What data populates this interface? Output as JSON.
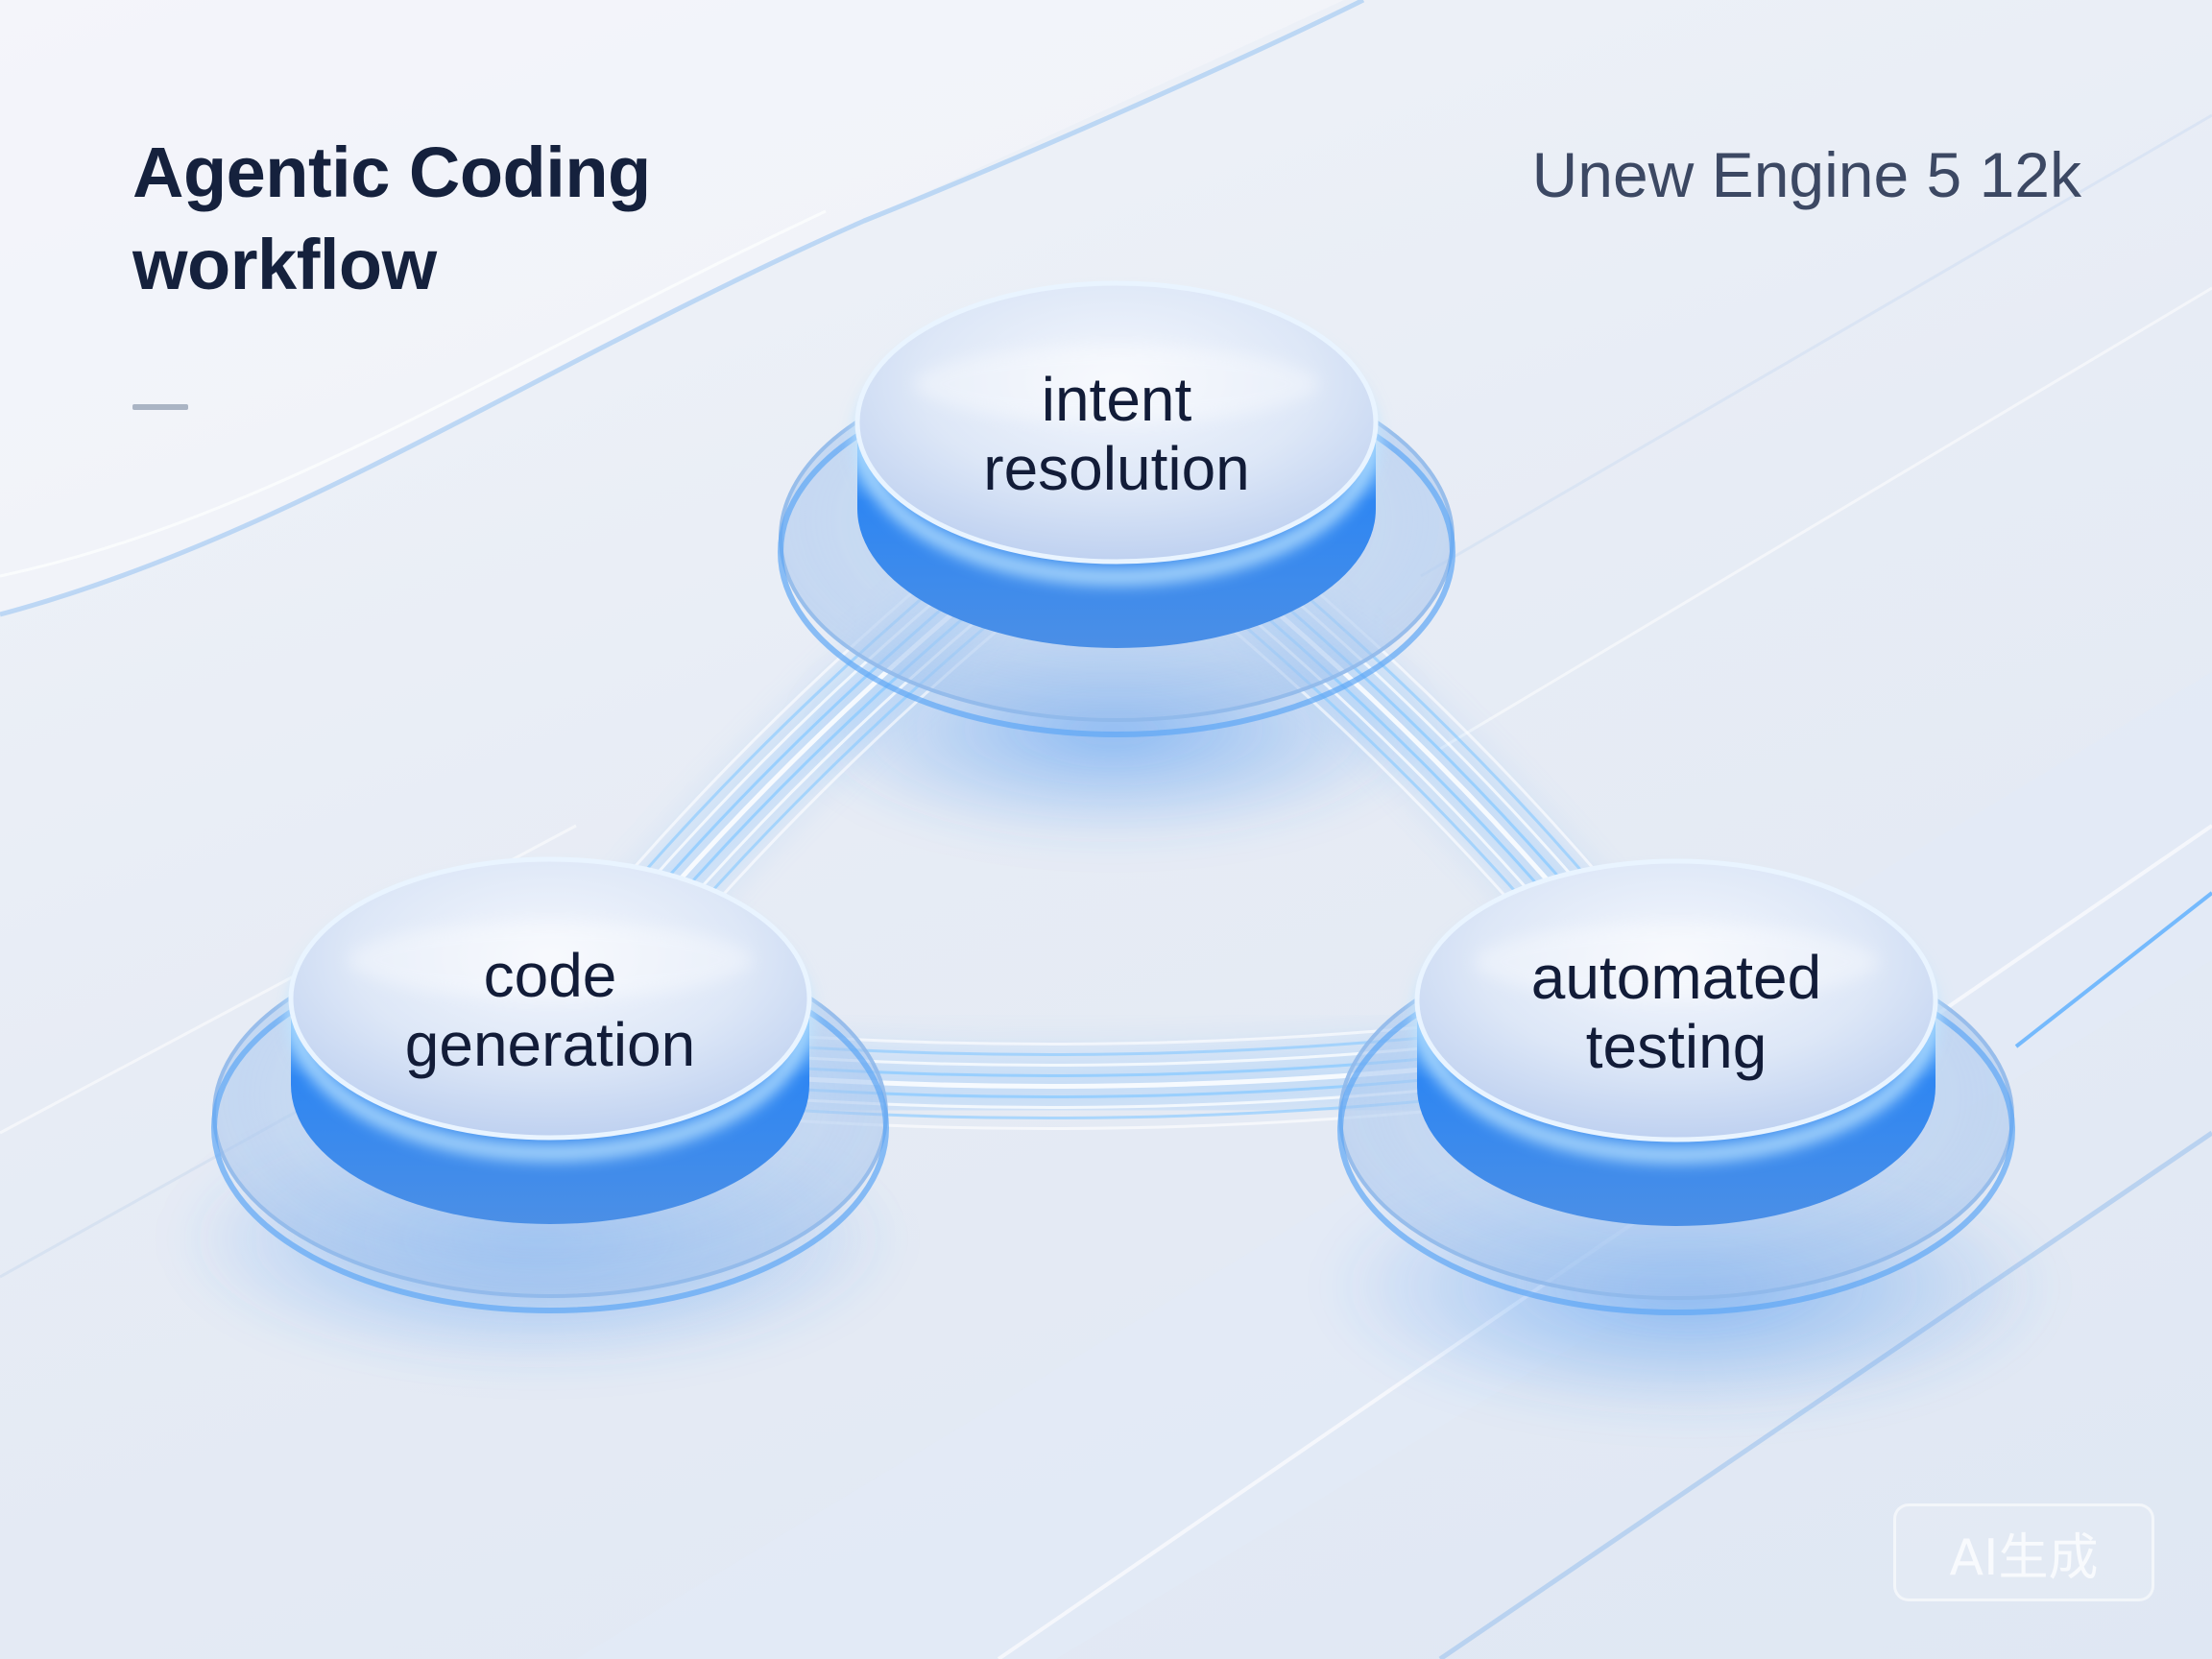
{
  "header": {
    "title_line1": "Agentic Coding",
    "title_line2": "workflow",
    "subtitle": "Unew Engine 5 12k"
  },
  "diagram": {
    "nodes": [
      {
        "id": "intent-resolution",
        "line1": "intent",
        "line2": "resolution"
      },
      {
        "id": "code-generation",
        "line1": "code",
        "line2": "generation"
      },
      {
        "id": "automated-testing",
        "line1": "automated",
        "line2": "testing"
      }
    ],
    "edges": [
      {
        "from": "intent-resolution",
        "to": "code-generation"
      },
      {
        "from": "intent-resolution",
        "to": "automated-testing"
      },
      {
        "from": "code-generation",
        "to": "automated-testing"
      }
    ]
  },
  "watermark": {
    "label": "AI生成"
  },
  "colors": {
    "background": "#e9eef6",
    "accent_blue": "#2f8bff",
    "glow_blue": "#58b4ff",
    "text_dark": "#15213d"
  }
}
